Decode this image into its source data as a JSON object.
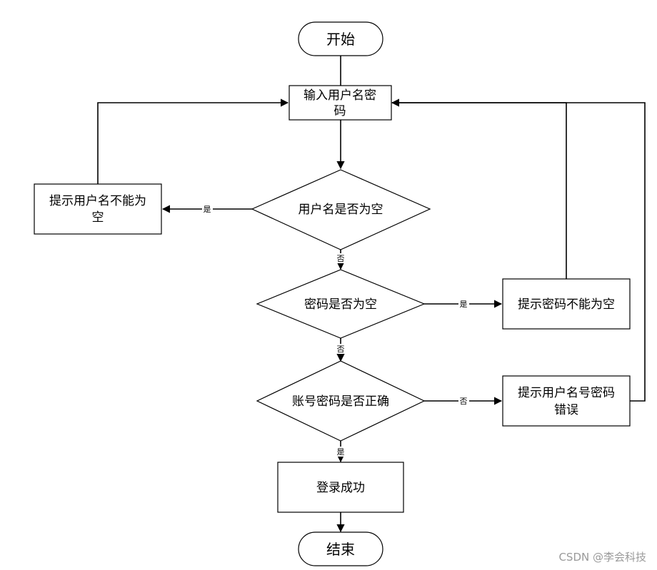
{
  "diagram": {
    "nodes": {
      "start": {
        "label": "开始"
      },
      "input": {
        "line1": "输入用户名密",
        "line2": "码"
      },
      "check_user": {
        "label": "用户名是否为空"
      },
      "warn_user": {
        "line1": "提示用户名不能为",
        "line2": "空"
      },
      "check_pwd": {
        "label": "密码是否为空"
      },
      "warn_pwd": {
        "label": "提示密码不能为空"
      },
      "check_match": {
        "label": "账号密码是否正确"
      },
      "warn_match": {
        "line1": "提示用户名号密码",
        "line2": "错误"
      },
      "success": {
        "label": "登录成功"
      },
      "end": {
        "label": "结束"
      }
    },
    "edges": {
      "user_yes": "是",
      "user_no": "否",
      "pwd_yes": "是",
      "pwd_no": "否",
      "match_no": "否",
      "match_yes": "是"
    }
  },
  "watermark": "CSDN @李会科技"
}
